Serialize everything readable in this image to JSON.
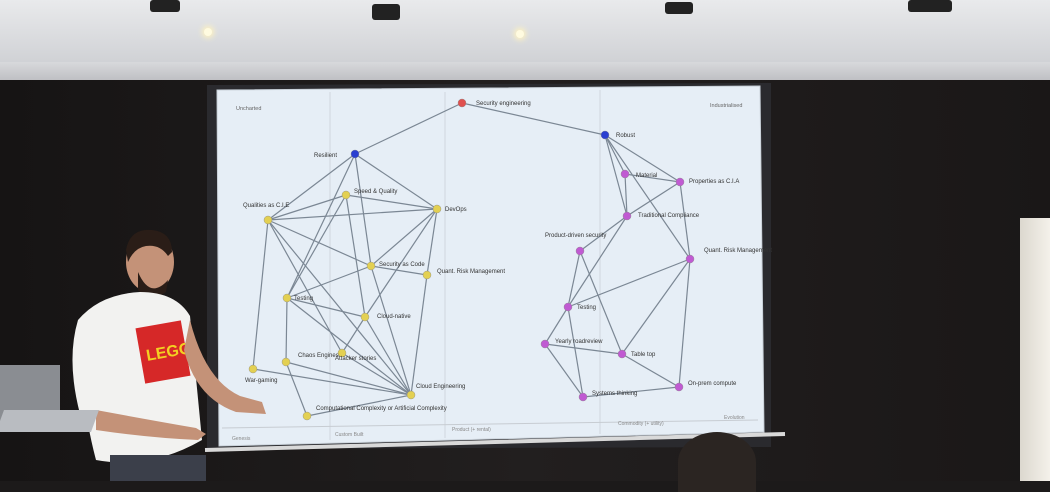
{
  "slide": {
    "corner_top_left": "Uncharted",
    "corner_top_right": "Industrialised",
    "bottom_labels": [
      "Genesis",
      "Custom Built",
      "Product (+ rental)",
      "Commodity (+ utility)",
      "Evolution"
    ]
  },
  "diagram": {
    "nodes": [
      {
        "id": "security-engineering",
        "label": "Security engineering",
        "color": "#e0504e"
      },
      {
        "id": "resilient",
        "label": "Resilient",
        "color": "#2a3fd1"
      },
      {
        "id": "robust",
        "label": "Robust",
        "color": "#2a3fd1"
      },
      {
        "id": "qualities",
        "label": "Qualities as C.I.E",
        "color": "#e3d052"
      },
      {
        "id": "speed-quality",
        "label": "Speed & Quality",
        "color": "#e3d052"
      },
      {
        "id": "devops",
        "label": "DevOps",
        "color": "#e3d052"
      },
      {
        "id": "security-as-code",
        "label": "Security as Code",
        "color": "#e3d052"
      },
      {
        "id": "quant-risk-left",
        "label": "Quant. Risk Management",
        "color": "#e3d052"
      },
      {
        "id": "testing-left",
        "label": "Testing",
        "color": "#e3d052"
      },
      {
        "id": "cloud-native",
        "label": "Cloud-native",
        "color": "#e3d052"
      },
      {
        "id": "chaos-engines",
        "label": "Chaos Engines",
        "color": "#e3d052"
      },
      {
        "id": "attacker-stories",
        "label": "Attacker stories",
        "color": "#e3d052"
      },
      {
        "id": "war-gaming",
        "label": "War-gaming",
        "color": "#e3d052"
      },
      {
        "id": "cloud-engineering",
        "label": "Cloud Engineering",
        "color": "#e3d052"
      },
      {
        "id": "computational",
        "label": "Computational Complexity or Artificial Complexity",
        "color": "#e3d052"
      },
      {
        "id": "material",
        "label": "Material",
        "color": "#c05ad2"
      },
      {
        "id": "properties",
        "label": "Properties as C.I.A",
        "color": "#c05ad2"
      },
      {
        "id": "traditional",
        "label": "Traditional Compliance",
        "color": "#c05ad2"
      },
      {
        "id": "product-driven",
        "label": "Product-driven security",
        "color": "#c05ad2"
      },
      {
        "id": "quant-risk-right",
        "label": "Quant. Risk Management",
        "color": "#c05ad2"
      },
      {
        "id": "testing-right",
        "label": "Testing",
        "color": "#c05ad2"
      },
      {
        "id": "yearly",
        "label": "Yearly roadreview",
        "color": "#c05ad2"
      },
      {
        "id": "table-top",
        "label": "Table top",
        "color": "#c05ad2"
      },
      {
        "id": "systems-thinking",
        "label": "Systems thinking",
        "color": "#c05ad2"
      },
      {
        "id": "on-prem",
        "label": "On-prem compute",
        "color": "#c05ad2"
      }
    ]
  }
}
